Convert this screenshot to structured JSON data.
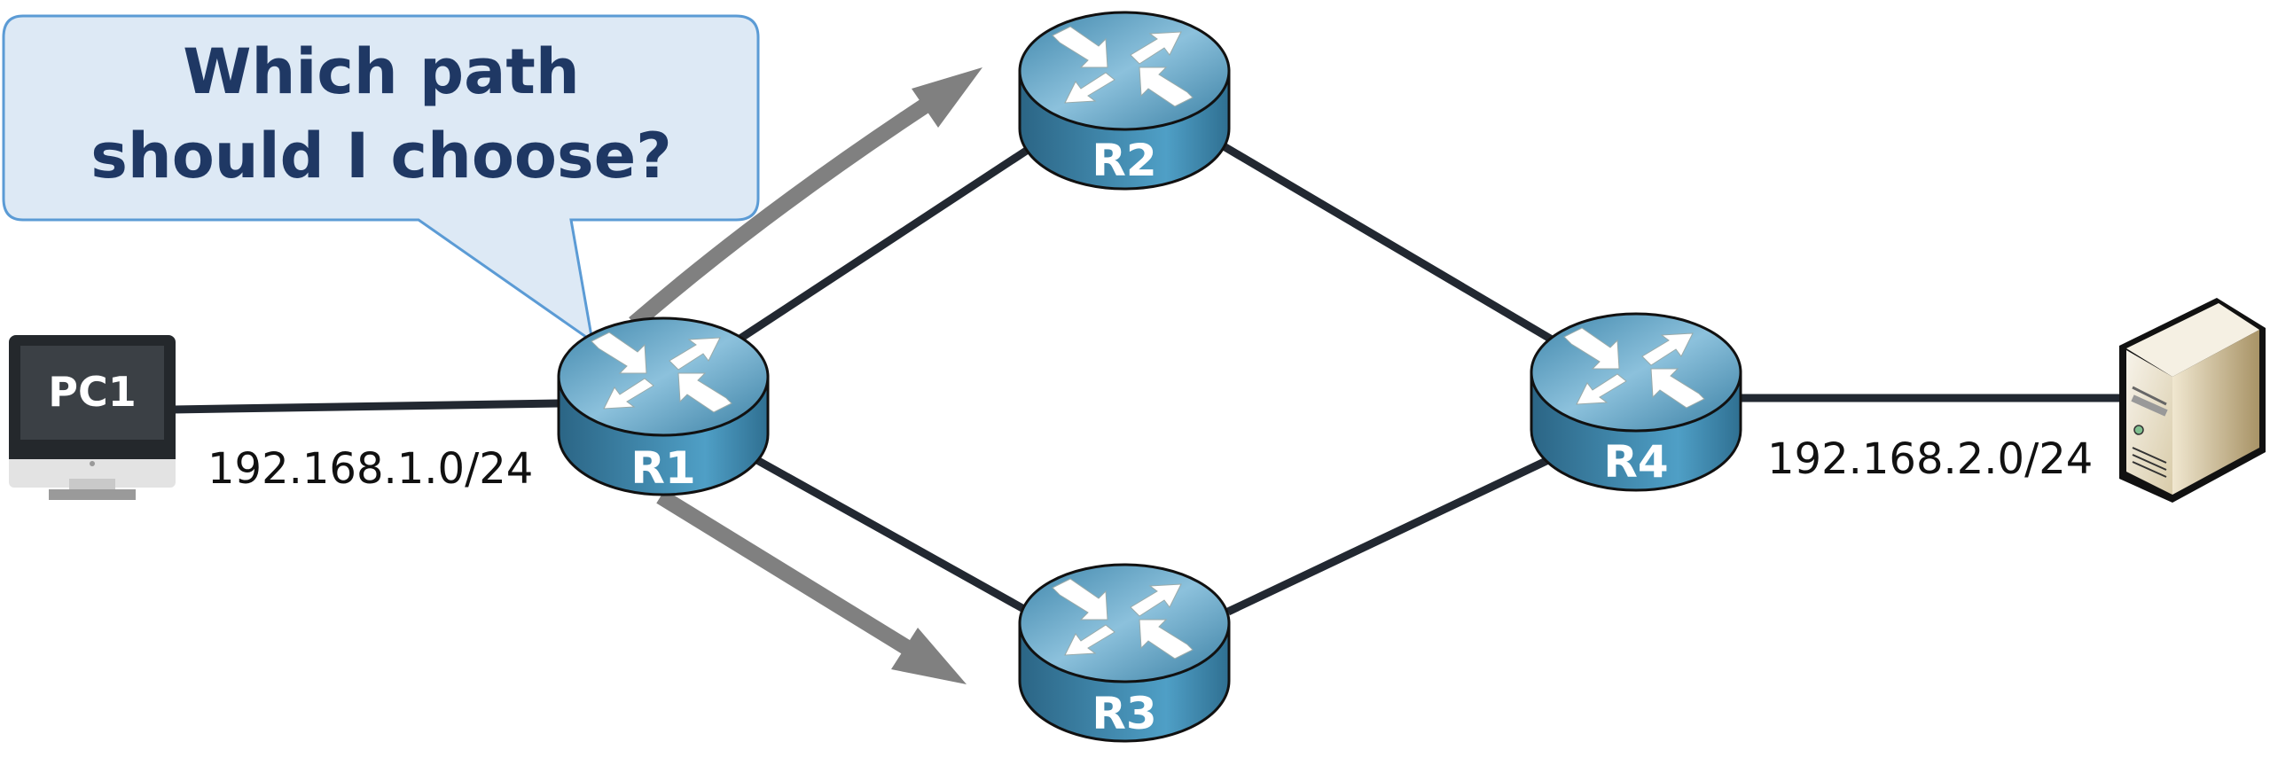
{
  "callout": {
    "line1": "Which path",
    "line2": "should I choose?"
  },
  "nodes": {
    "pc1": {
      "label": "PC1",
      "type": "desktop-computer"
    },
    "r1": {
      "label": "R1",
      "type": "router"
    },
    "r2": {
      "label": "R2",
      "type": "router"
    },
    "r3": {
      "label": "R3",
      "type": "router"
    },
    "r4": {
      "label": "R4",
      "type": "router"
    },
    "server": {
      "label": "",
      "type": "server"
    }
  },
  "networks": {
    "left": "192.168.1.0/24",
    "right": "192.168.2.0/24"
  },
  "links": [
    {
      "from": "PC1",
      "to": "R1"
    },
    {
      "from": "R1",
      "to": "R2"
    },
    {
      "from": "R1",
      "to": "R3"
    },
    {
      "from": "R2",
      "to": "R4"
    },
    {
      "from": "R3",
      "to": "R4"
    },
    {
      "from": "R4",
      "to": "Server"
    }
  ],
  "path_arrows": [
    {
      "from": "R1",
      "toward": "R2"
    },
    {
      "from": "R1",
      "toward": "R3"
    }
  ],
  "colors": {
    "link": "#222831",
    "arrow": "#808080",
    "callout_fill": "#dde9f5",
    "callout_border": "#5b9bd5",
    "callout_text": "#1f3864",
    "router_top": "#5a9dc0",
    "router_side": "#3a7a9c"
  }
}
